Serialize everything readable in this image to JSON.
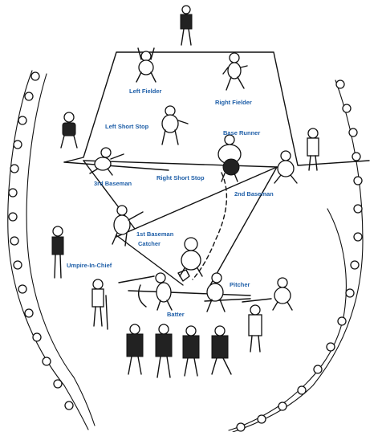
{
  "colors": {
    "label": "#1f5fa8",
    "ink": "#111111",
    "background": "#ffffff"
  },
  "labels": {
    "left_fielder": "Left Fielder",
    "right_fielder": "Right Fielder",
    "left_short_stop": "Left Short Stop",
    "base_runner": "Base Runner",
    "third_baseman": "3rd Baseman",
    "right_short_stop": "Right Short Stop",
    "second_baseman": "2nd Baseman",
    "first_baseman": "1st Baseman",
    "catcher": "Catcher",
    "umpire_in_chief": "Umpire-In-Chief",
    "pitcher": "Pitcher",
    "batter": "Batter"
  }
}
